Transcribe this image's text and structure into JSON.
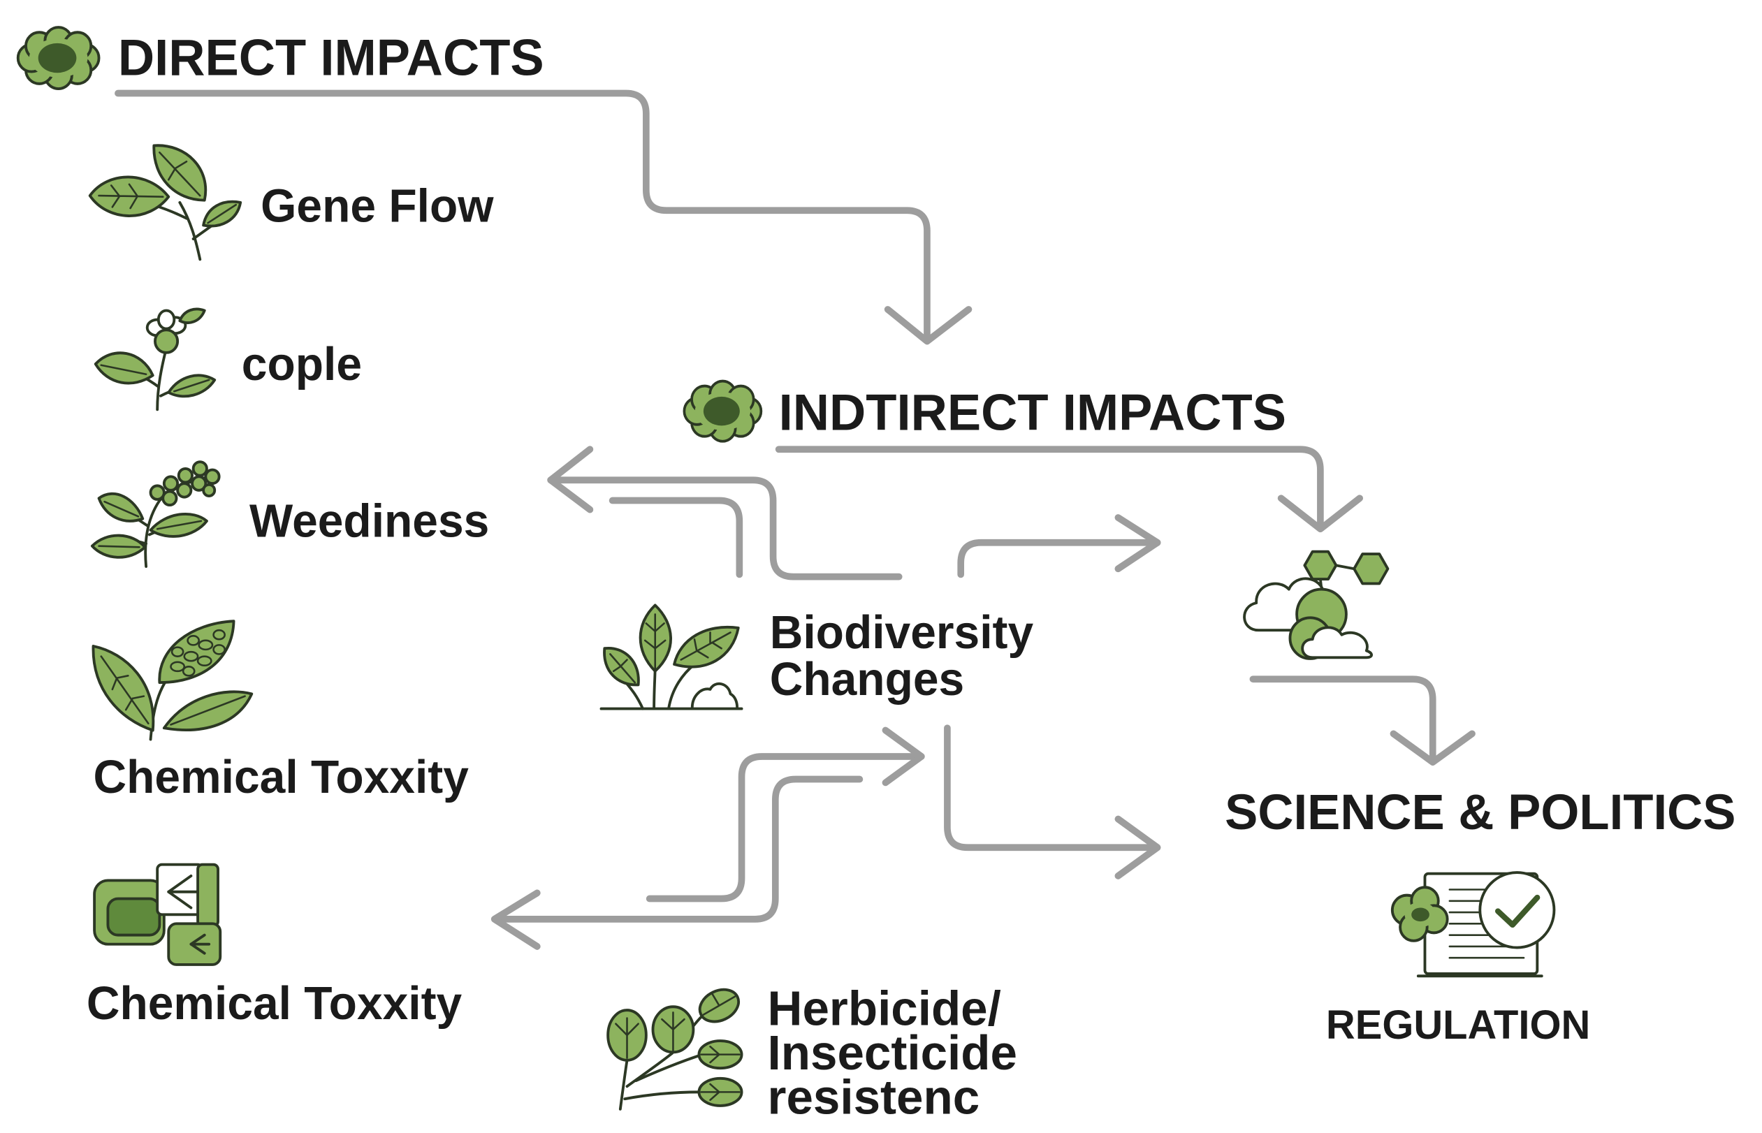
{
  "direct_impacts": {
    "title": "DIRECT IMPACTS",
    "icon": "flower-icon",
    "items": [
      {
        "label": "Gene Flow",
        "icon": "gene-flow-plant-icon"
      },
      {
        "label": "cople",
        "icon": "sprout-flower-icon"
      },
      {
        "label": "Weediness",
        "icon": "berry-branch-icon"
      },
      {
        "label": "Chemical Toxxity",
        "icon": "spotted-leaves-icon"
      },
      {
        "label": "Chemical Toxxity",
        "icon": "blocks-icon"
      }
    ]
  },
  "indirect_impacts": {
    "title": "INDTIRECT IMPACTS",
    "icon": "flower-icon",
    "items": [
      {
        "label_lines": [
          "Biodiversity",
          "Changes"
        ],
        "icon": "sprouts-icon"
      },
      {
        "label_lines": [
          "Herbicide/",
          "Insecticide",
          "resistenc"
        ],
        "icon": "leafy-branch-icon"
      },
      {
        "icon": "cloud-molecules-icon"
      }
    ]
  },
  "science_politics": {
    "title": "SCIENCE & POLITICS",
    "items": [
      {
        "label": "REGULATION",
        "icon": "approved-document-icon"
      }
    ]
  },
  "colors": {
    "text": "#1b1b1b",
    "arrow": "#9d9d9d",
    "leaf": "#8db35e",
    "leaf_dark": "#5f8a3c",
    "outline": "#2c3824",
    "center": "#3e5a2a"
  }
}
